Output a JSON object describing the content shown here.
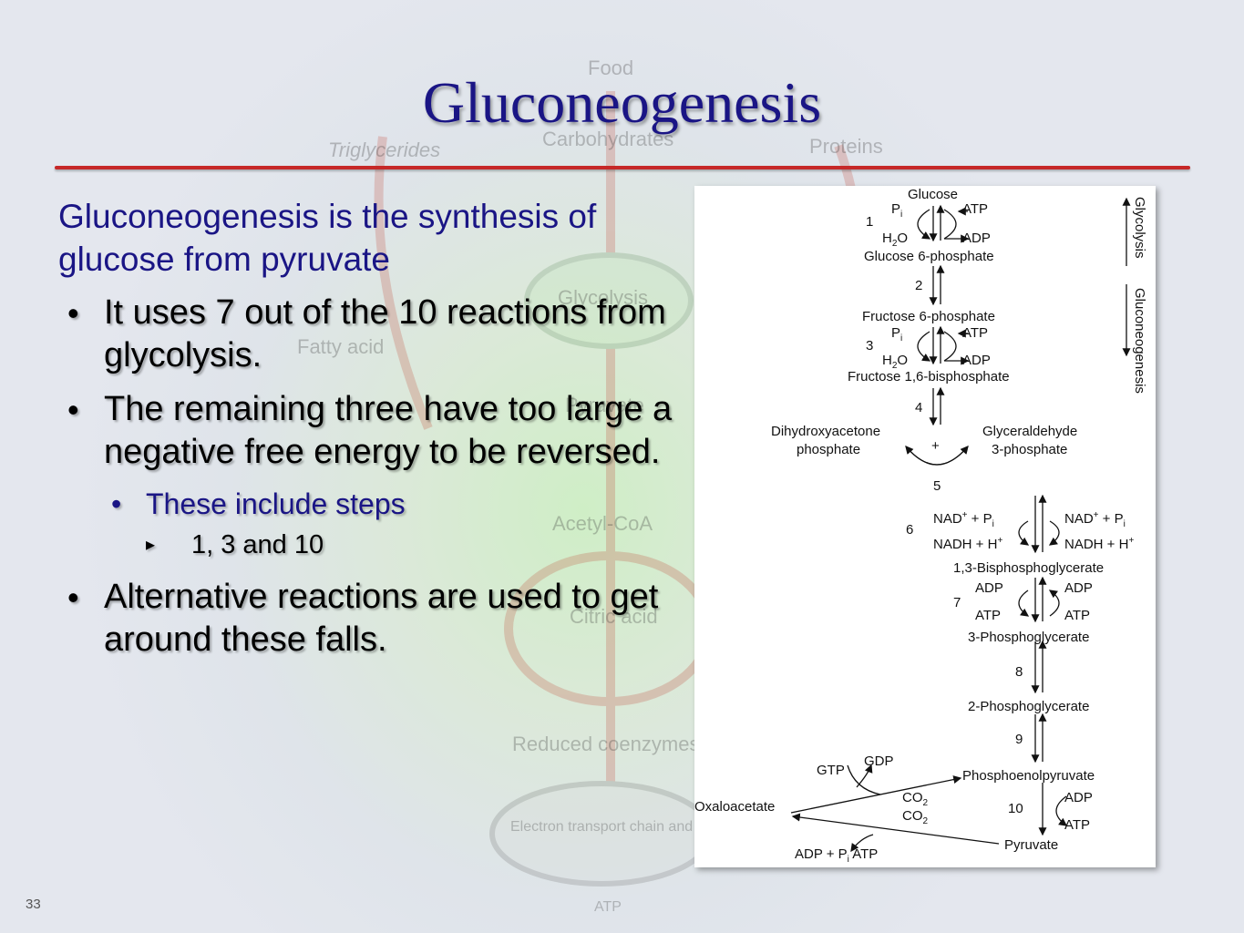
{
  "slide": {
    "title": "Gluconeogenesis",
    "number": "33",
    "intro": "Gluconeogenesis is the synthesis of glucose from pyruvate",
    "bullets": [
      "It uses 7 out of the 10 reactions from glycolysis.",
      "The remaining three have too large a negative free energy to be reversed.",
      "These include steps",
      "1, 3 and 10",
      "Alternative reactions are used to get around these falls."
    ],
    "colors": {
      "title": "#1a1585",
      "rule": "#c62828",
      "text": "#000000"
    }
  },
  "background": {
    "labels": [
      "Food",
      "Triglycerides",
      "Carbohydrates",
      "Proteins",
      "Glycolysis",
      "Fatty acid",
      "Pyruvate",
      "Acetyl-CoA",
      "Citric acid",
      "Reduced coenzymes",
      "Electron transport chain and oxidative phosphorylation",
      "ATP"
    ]
  },
  "diagram": {
    "metabolites": {
      "glucose": "Glucose",
      "g6p": "Glucose 6-phosphate",
      "f6p": "Fructose 6-phosphate",
      "f16bp": "Fructose 1,6-bisphosphate",
      "dhap1": "Dihydroxyacetone",
      "dhap2": "phosphate",
      "gap1": "Glyceraldehyde",
      "gap2": "3-phosphate",
      "bpg": "1,3-Bisphosphoglycerate",
      "pg3": "3-Phosphoglycerate",
      "pg2": "2-Phosphoglycerate",
      "pep": "Phosphoenolpyruvate",
      "pyruvate": "Pyruvate",
      "oaa": "Oxaloacetate"
    },
    "steps": [
      "1",
      "2",
      "3",
      "4",
      "5",
      "6",
      "7",
      "8",
      "9",
      "10"
    ],
    "cofactors": {
      "pi": "P",
      "pi_sub": "i",
      "h2o_h": "H",
      "h2o_2": "2",
      "h2o_o": "O",
      "atp": "ATP",
      "adp": "ADP",
      "plus": "+",
      "nad": "NAD",
      "nadh": "NADH + H",
      "sup_plus": "+",
      "plus_p": " + P",
      "gtp": "GTP",
      "gdp": "GDP",
      "co": "CO",
      "co_2": "2",
      "adp_pi": "ADP + P",
      "atp_sp": " ATP"
    },
    "direction": {
      "glycolysis": "Glycolysis",
      "gluconeogenesis": "Gluconeogenesis"
    }
  }
}
